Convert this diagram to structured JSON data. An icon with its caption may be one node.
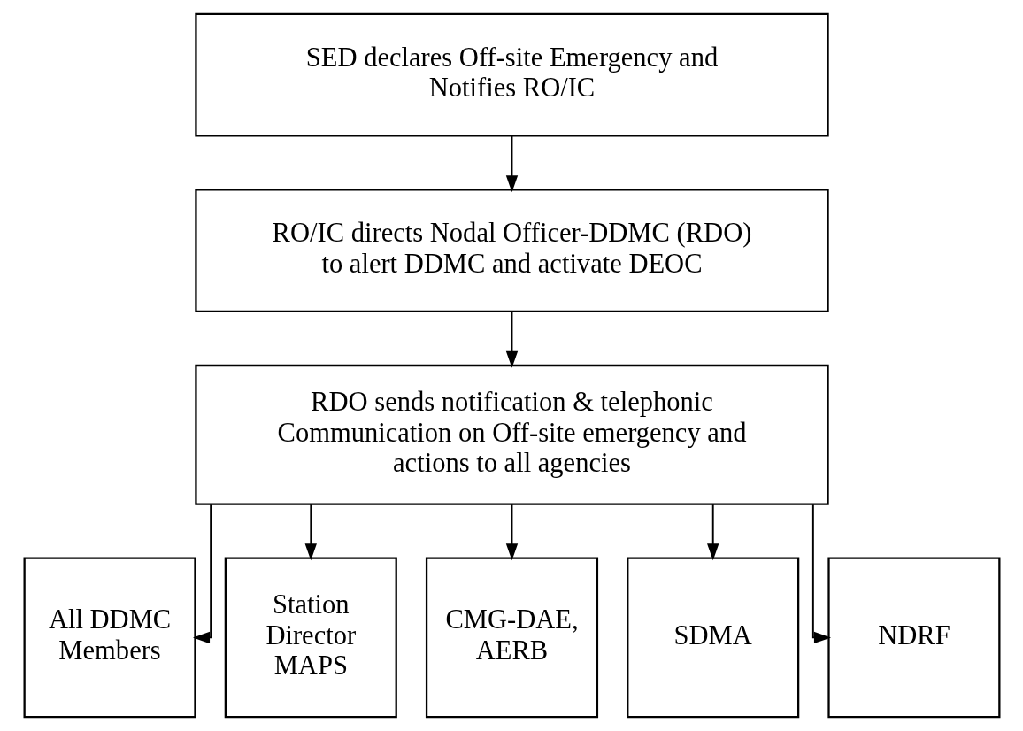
{
  "diagram": {
    "nodes": [
      {
        "text": [
          "SED declares Off-site Emergency and Notifies RO/IC"
        ]
      },
      {
        "text": [
          "RO/IC directs Nodal Officer-DDMC (RDO) to alert DDMC and activate DEOC"
        ]
      },
      {
        "text": [
          "RDO sends notification & telephonic Communication on Off-site emergency and actions to all agencies"
        ]
      },
      {
        "text": [
          "All DDMC Members"
        ]
      },
      {
        "text": [
          "Station Director MAPS"
        ]
      },
      {
        "text": [
          "CMG-DAE, AERB"
        ]
      },
      {
        "text": [
          "SDMA"
        ]
      },
      {
        "text": [
          "NDRF"
        ]
      }
    ],
    "edges": [
      {
        "from": 0,
        "to": 1,
        "arrow": "to"
      },
      {
        "from": 1,
        "to": 2,
        "arrow": "to"
      },
      {
        "from": 2,
        "to": 3,
        "arrow": "to"
      },
      {
        "from": 2,
        "to": 4,
        "arrow": "to"
      },
      {
        "from": 2,
        "to": 5,
        "arrow": "to"
      },
      {
        "from": 2,
        "to": 6,
        "arrow": "to"
      },
      {
        "from": 2,
        "to": 7,
        "arrow": "to"
      }
    ]
  }
}
